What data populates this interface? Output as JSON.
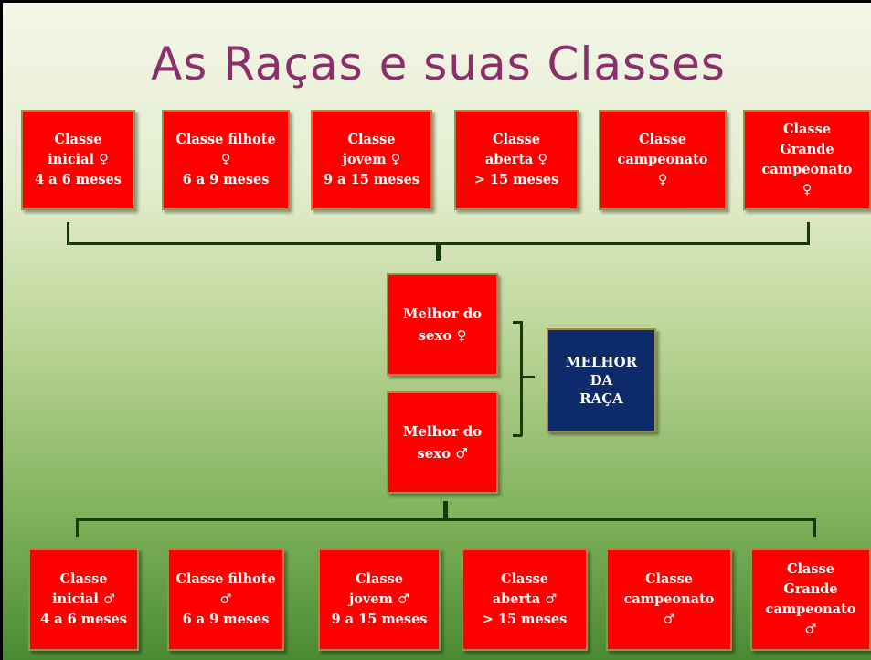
{
  "title": "As Raças e suas Classes",
  "female_classes": [
    "Classe\ninicial ♀\n4 a 6 meses",
    "Classe filhote\n♀\n6 a 9 meses",
    "Classe\njovem ♀\n9 a 15 meses",
    "Classe\naberta ♀\n> 15 meses",
    "Classe\ncampeonato\n♀",
    "Classe\nGrande\ncampeonato\n♀"
  ],
  "male_classes": [
    "Classe\ninicial ♂\n4 a 6 meses",
    "Classe filhote\n♂\n6 a 9 meses",
    "Classe\njovem ♂\n9 a 15 meses",
    "Classe\naberta ♂\n> 15 meses",
    "Classe\ncampeonato\n♂",
    "Classe\nGrande\ncampeonato\n♂"
  ],
  "best_female": "Melhor do\nsexo ♀",
  "best_male": "Melhor do\nsexo ♂",
  "best_of_breed": "MELHOR\nDA\nRAÇA",
  "colors": {
    "box_fill": "#ff0000",
    "box_border": "#a58b4a",
    "breed_fill": "#0d2a6b",
    "title": "#8c2e6b",
    "connector": "#103d10"
  }
}
